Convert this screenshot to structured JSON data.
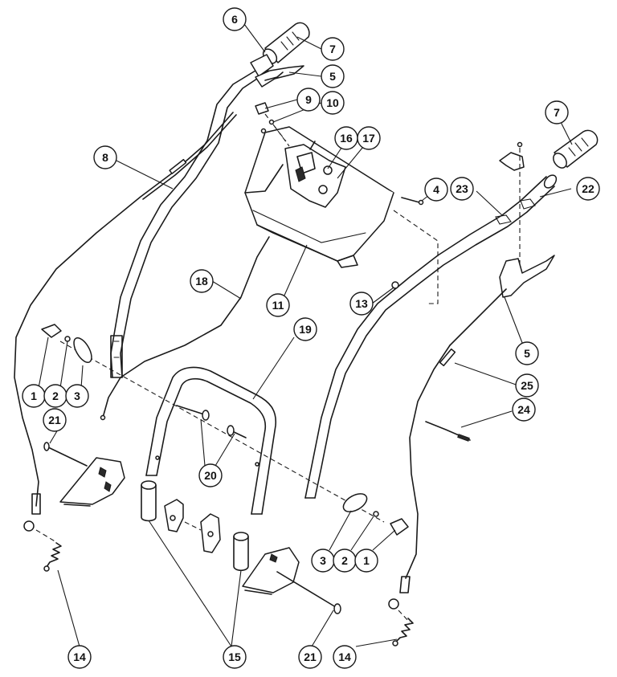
{
  "callouts": [
    {
      "id": "c6",
      "label": "6"
    },
    {
      "id": "c7a",
      "label": "7"
    },
    {
      "id": "c5a",
      "label": "5"
    },
    {
      "id": "c9",
      "label": "9"
    },
    {
      "id": "c10",
      "label": "10"
    },
    {
      "id": "c8",
      "label": "8"
    },
    {
      "id": "c16",
      "label": "16"
    },
    {
      "id": "c17",
      "label": "17"
    },
    {
      "id": "c7b",
      "label": "7"
    },
    {
      "id": "c4",
      "label": "4"
    },
    {
      "id": "c23",
      "label": "23"
    },
    {
      "id": "c22",
      "label": "22"
    },
    {
      "id": "c18",
      "label": "18"
    },
    {
      "id": "c11",
      "label": "11"
    },
    {
      "id": "c13",
      "label": "13"
    },
    {
      "id": "c5b",
      "label": "5"
    },
    {
      "id": "c19",
      "label": "19"
    },
    {
      "id": "c1a",
      "label": "1"
    },
    {
      "id": "c2a",
      "label": "2"
    },
    {
      "id": "c3a",
      "label": "3"
    },
    {
      "id": "c25",
      "label": "25"
    },
    {
      "id": "c24",
      "label": "24"
    },
    {
      "id": "c21a",
      "label": "21"
    },
    {
      "id": "c20",
      "label": "20"
    },
    {
      "id": "c3b",
      "label": "3"
    },
    {
      "id": "c2b",
      "label": "2"
    },
    {
      "id": "c1b",
      "label": "1"
    },
    {
      "id": "c14a",
      "label": "14"
    },
    {
      "id": "c15",
      "label": "15"
    },
    {
      "id": "c21b",
      "label": "21"
    },
    {
      "id": "c14b",
      "label": "14"
    }
  ]
}
